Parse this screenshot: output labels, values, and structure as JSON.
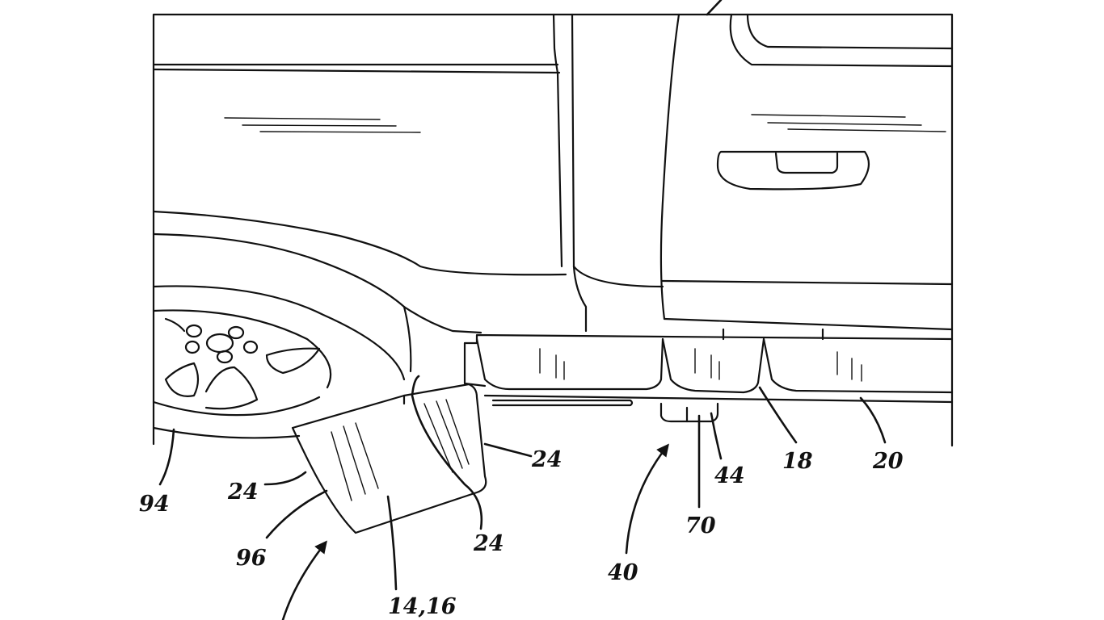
{
  "reference_numerals": {
    "r94": "94",
    "r24_left": "24",
    "r96": "96",
    "r14_16": "14,16",
    "r24_bottom": "24",
    "r24_right": "24",
    "r40": "40",
    "r70": "70",
    "r44": "44",
    "r18": "18",
    "r20": "20"
  },
  "colors": {
    "line": "#111111",
    "background": "#ffffff"
  }
}
